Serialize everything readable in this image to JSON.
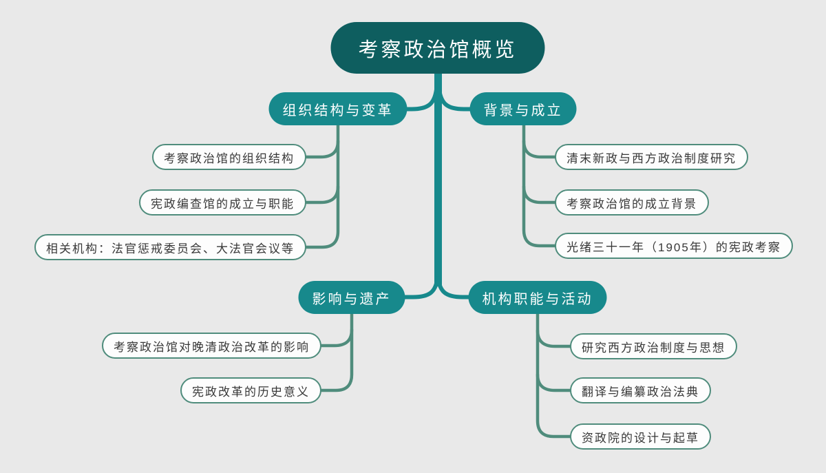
{
  "colors": {
    "background": "#e9e9e9",
    "root_fill": "#0e5e5f",
    "branch_fill": "#17898c",
    "trunk_connector": "#17898c",
    "sub_connector": "#4f8c7c",
    "leaf_border": "#4f8c7c",
    "leaf_fill": "#fdfdfd",
    "leaf_text": "#383838",
    "pill_text": "#ffffff"
  },
  "mindmap": {
    "root": {
      "label": "考察政治馆概览"
    },
    "branches": [
      {
        "label": "组织结构与变革",
        "children": [
          {
            "label": "考察政治馆的组织结构"
          },
          {
            "label": "宪政编查馆的成立与职能"
          },
          {
            "label": "相关机构：法官惩戒委员会、大法官会议等"
          }
        ]
      },
      {
        "label": "背景与成立",
        "children": [
          {
            "label": "清末新政与西方政治制度研究"
          },
          {
            "label": "考察政治馆的成立背景"
          },
          {
            "label": "光绪三十一年（1905年）的宪政考察"
          }
        ]
      },
      {
        "label": "影响与遗产",
        "children": [
          {
            "label": "考察政治馆对晚清政治改革的影响"
          },
          {
            "label": "宪政改革的历史意义"
          }
        ]
      },
      {
        "label": "机构职能与活动",
        "children": [
          {
            "label": "研究西方政治制度与思想"
          },
          {
            "label": "翻译与编纂政治法典"
          },
          {
            "label": "资政院的设计与起草"
          }
        ]
      }
    ]
  }
}
